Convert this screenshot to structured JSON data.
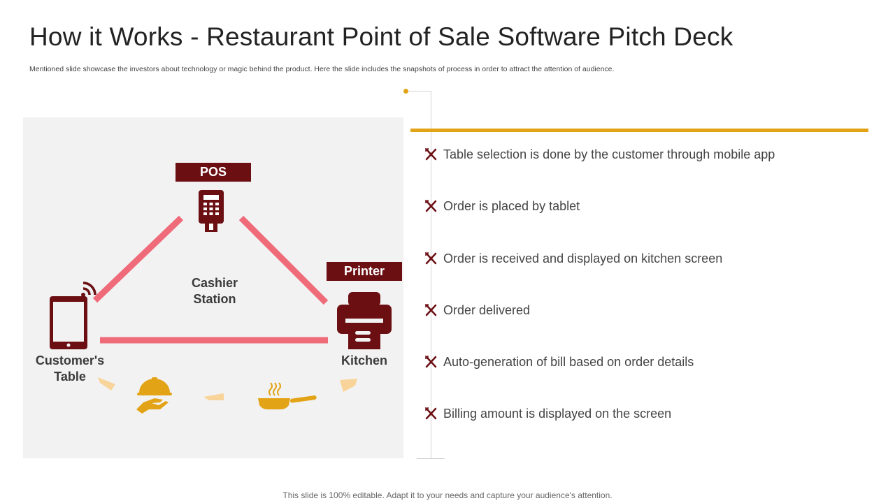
{
  "slide": {
    "title": "How it Works - Restaurant Point of Sale Software Pitch Deck",
    "subtitle": "Mentioned slide showcase the investors about technology or magic behind the product. Here the slide includes the snapshots of process in order to attract the attention of audience.",
    "footer": "This slide is 100% editable. Adapt it to your needs and capture your audience's attention."
  },
  "diagram": {
    "pos_label": "POS",
    "printer_label": "Printer",
    "center_line1": "Cashier",
    "center_line2": "Station",
    "customer_line1": "Customer's",
    "customer_line2": "Table",
    "kitchen_label": "Kitchen"
  },
  "steps": [
    {
      "text": "Table selection is done by the customer through mobile app",
      "icon": "fork-knife-icon"
    },
    {
      "text": "Order is placed by tablet",
      "icon": "fork-knife-icon"
    },
    {
      "text": "Order is received and displayed on kitchen screen",
      "icon": "fork-knife-icon"
    },
    {
      "text": "Order delivered",
      "icon": "fork-knife-icon"
    },
    {
      "text": "Auto-generation of bill based on order details",
      "icon": "fork-knife-icon"
    },
    {
      "text": "Billing amount is displayed on the screen",
      "icon": "fork-knife-icon"
    }
  ],
  "colors": {
    "accent_gold": "#e3a316",
    "maroon": "#6b0f13",
    "connector_pink": "#ef6b7a",
    "diagram_bg": "#f2f2f2"
  }
}
